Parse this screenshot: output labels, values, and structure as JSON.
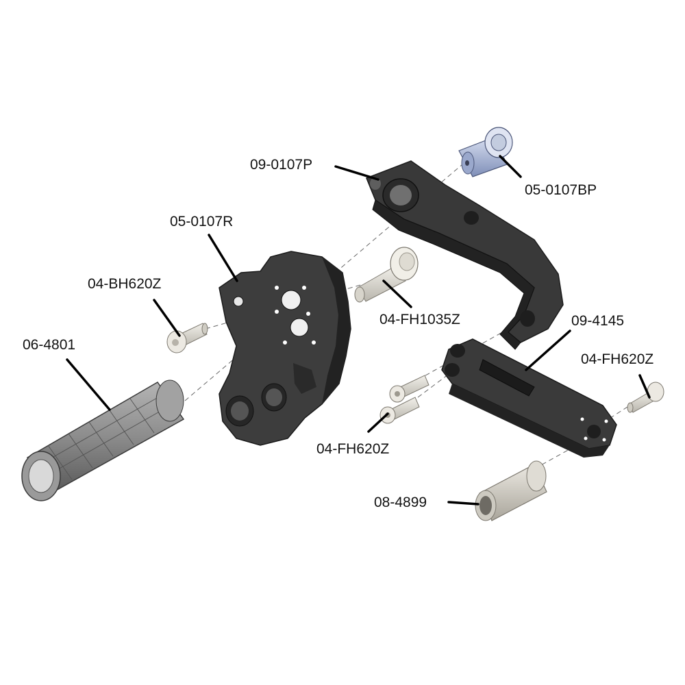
{
  "diagram": {
    "type": "exploded-parts-view",
    "colors": {
      "part_dark": "#3a3a3a",
      "part_shade": "#232323",
      "part_hilite": "#6a6a6a",
      "hardware_light": "#d8d6d0",
      "hardware_blue": "#a9b6d6",
      "grip": "#8a8a8a",
      "leader": "#000000",
      "axis": "#555555"
    },
    "callouts": [
      {
        "id": "c1",
        "label": "09-0107P"
      },
      {
        "id": "c2",
        "label": "05-0107BP"
      },
      {
        "id": "c3",
        "label": "05-0107R"
      },
      {
        "id": "c4",
        "label": "04-BH620Z"
      },
      {
        "id": "c5",
        "label": "04-FH1035Z"
      },
      {
        "id": "c6",
        "label": "06-4801"
      },
      {
        "id": "c7",
        "label": "09-4145"
      },
      {
        "id": "c8",
        "label": "04-FH620Z"
      },
      {
        "id": "c9",
        "label": "04-FH620Z"
      },
      {
        "id": "c10",
        "label": "08-4899"
      }
    ]
  }
}
